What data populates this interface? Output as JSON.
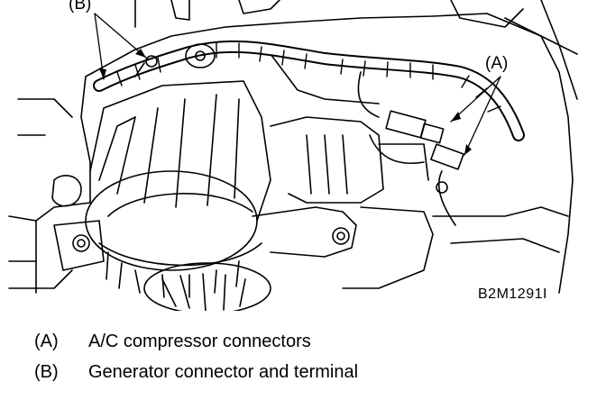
{
  "figure": {
    "code": "B2M1291I",
    "callouts": {
      "a": "(A)",
      "b": "(B)"
    }
  },
  "legend": [
    {
      "key": "(A)",
      "text": "A/C compressor connectors"
    },
    {
      "key": "(B)",
      "text": "Generator connector and terminal"
    }
  ]
}
